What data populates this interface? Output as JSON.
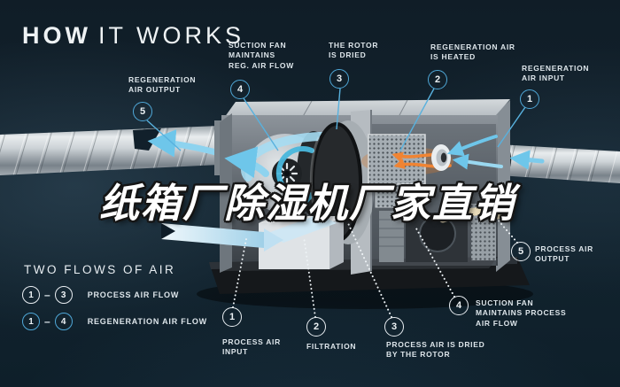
{
  "title": {
    "bold": "HOW",
    "light": "IT WORKS"
  },
  "watermark": "纸箱厂除湿机厂家直销",
  "colors": {
    "background": "#13242f",
    "accent_blue": "#4fa8d8",
    "label_white": "#dde5ea",
    "heater_orange": "#f08433",
    "output_cream": "#e9dcba"
  },
  "callouts": {
    "top": [
      {
        "num": "5",
        "label": "REGENERATION\nAIR OUTPUT",
        "style": "blue"
      },
      {
        "num": "4",
        "label": "SUCTION FAN\nMAINTAINS\nREG. AIR FLOW",
        "style": "blue"
      },
      {
        "num": "3",
        "label": "THE ROTOR\nIS DRIED",
        "style": "blue"
      },
      {
        "num": "2",
        "label": "REGENERATION AIR\nIS HEATED",
        "style": "blue"
      },
      {
        "num": "1",
        "label": "REGENERATION\nAIR INPUT",
        "style": "blue"
      }
    ],
    "bottom": [
      {
        "num": "1",
        "label": "PROCESS AIR\nINPUT",
        "style": "white"
      },
      {
        "num": "2",
        "label": "FILTRATION",
        "style": "white"
      },
      {
        "num": "3",
        "label": "PROCESS AIR IS DRIED\nBY THE ROTOR",
        "style": "white"
      },
      {
        "num": "4",
        "label": "SUCTION FAN\nMAINTAINS PROCESS\nAIR FLOW",
        "style": "white"
      },
      {
        "num": "5",
        "label": "PROCESS AIR\nOUTPUT",
        "style": "white"
      }
    ]
  },
  "legend": {
    "title": "TWO FLOWS OF AIR",
    "rows": [
      {
        "from": "1",
        "dash": "–",
        "to": "3",
        "label": "PROCESS AIR FLOW",
        "style": "white"
      },
      {
        "from": "1",
        "dash": "–",
        "to": "4",
        "label": "REGENERATION AIR FLOW",
        "style": "blue"
      }
    ]
  }
}
